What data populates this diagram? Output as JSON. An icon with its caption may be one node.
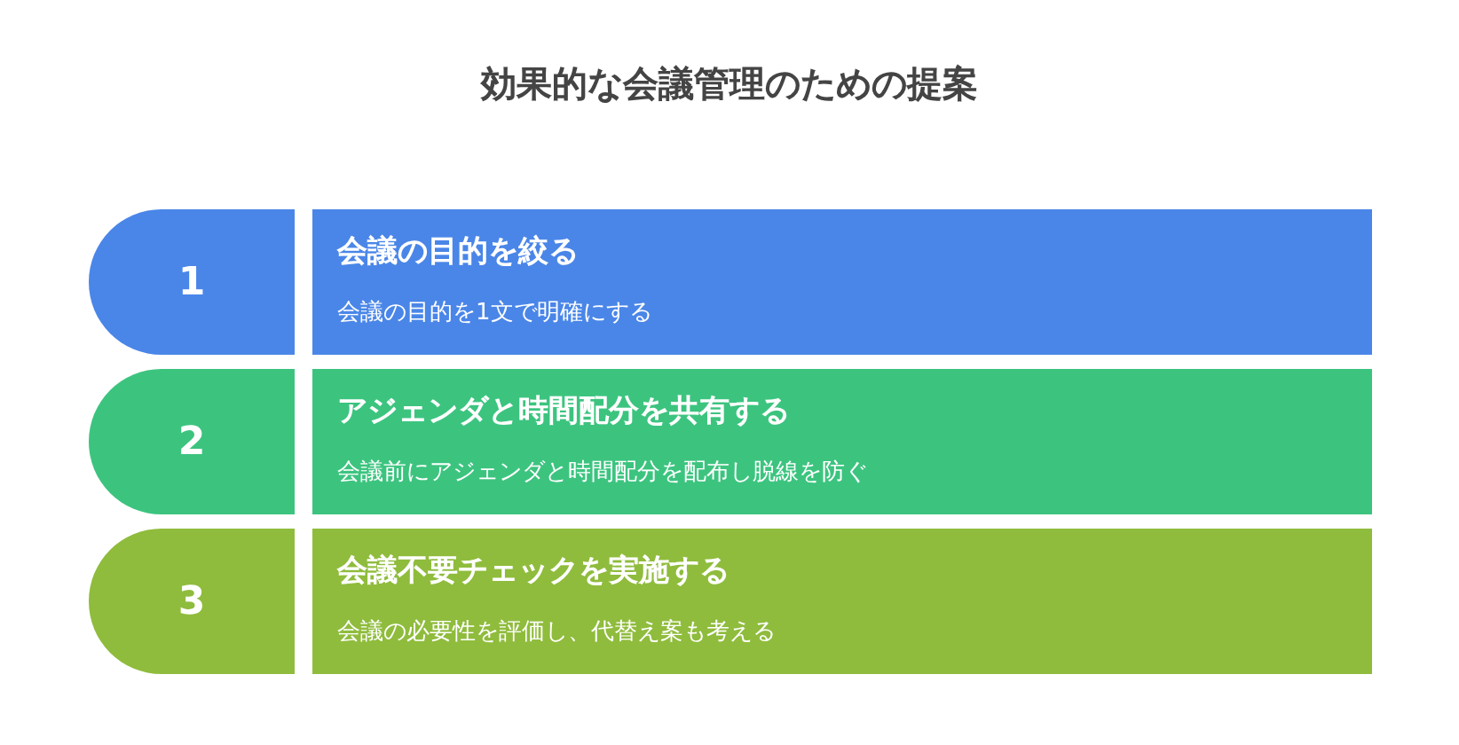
{
  "diagram": {
    "title": "効果的な会議管理のための提案",
    "nodes": [
      {
        "text": [
          "1"
        ]
      },
      {
        "text": [
          "会議の目的を絞る",
          "会議の目的を1文で明確にする"
        ]
      },
      {
        "text": [
          "2"
        ]
      },
      {
        "text": [
          "アジェンダと時間配分を共有する",
          "会議前にアジェンダと時間配分を配布し脱線を防ぐ"
        ]
      },
      {
        "text": [
          "3"
        ]
      },
      {
        "text": [
          "会議不要チェックを実施する",
          "会議の必要性を評価し、代替え案も考える"
        ]
      }
    ]
  }
}
